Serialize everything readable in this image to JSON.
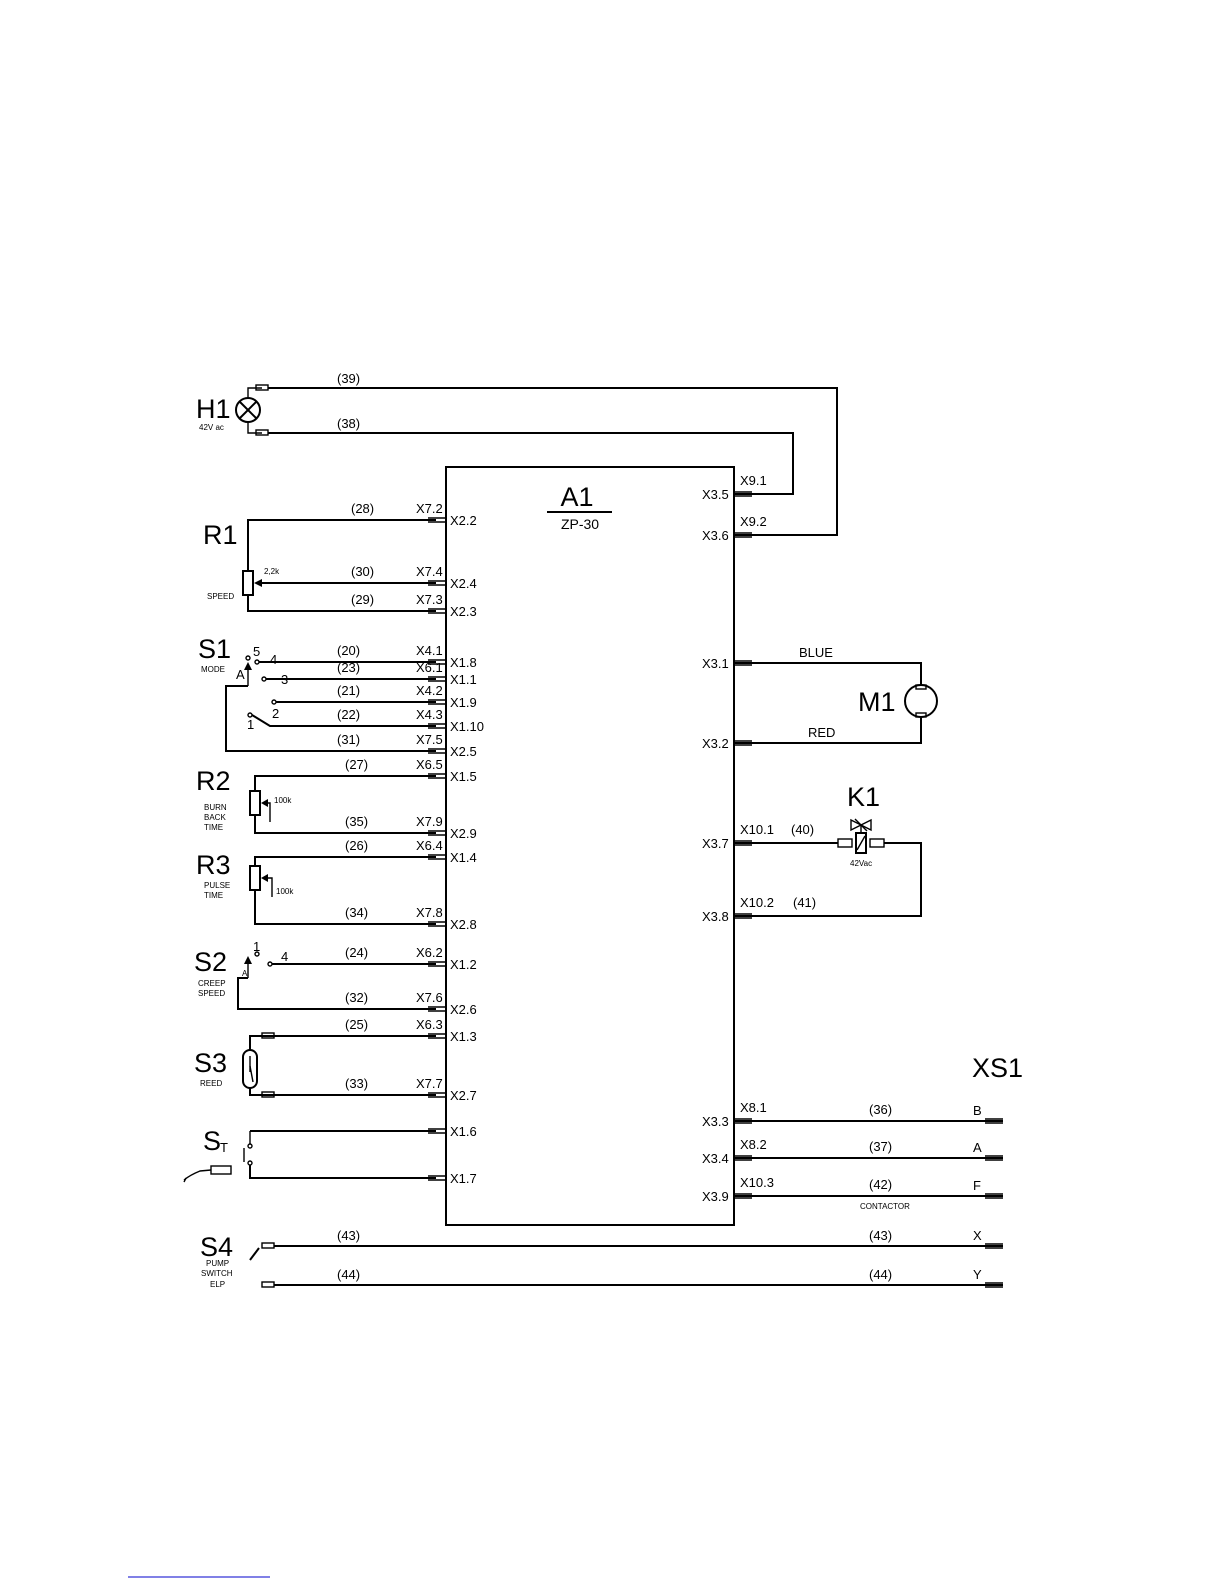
{
  "colors": {
    "ink": "#000000",
    "paper": "#ffffff",
    "footer_rule": "#0000cc"
  },
  "icons": [
    "lamp-icon",
    "potentiometer-icon",
    "rotary-switch-icon",
    "motor-icon",
    "solenoid-valve-icon",
    "reed-switch-icon",
    "welding-torch-icon",
    "terminal-plug-icon"
  ],
  "board": {
    "name": "A1",
    "model": "ZP-30"
  },
  "components": {
    "H1": {
      "name": "H1",
      "desc": "42V ac"
    },
    "R1": {
      "name": "R1",
      "desc": "SPEED",
      "value": "2,2k"
    },
    "S1": {
      "name": "S1",
      "desc": "MODE",
      "positions": [
        "5",
        "4",
        "3",
        "2",
        "1"
      ],
      "common": "A"
    },
    "R2": {
      "name": "R2",
      "desc1": "BURN",
      "desc2": "BACK",
      "desc3": "TIME",
      "value": "100k"
    },
    "R3": {
      "name": "R3",
      "desc1": "PULSE",
      "desc2": "TIME",
      "value": "100k"
    },
    "S2": {
      "name": "S2",
      "desc1": "CREEP",
      "desc2": "SPEED",
      "common": "A",
      "pos1": "1",
      "pos4": "4"
    },
    "S3": {
      "name": "S3",
      "desc": "REED"
    },
    "ST": {
      "name": "S",
      "sub": "T"
    },
    "S4": {
      "name": "S4",
      "desc1": "PUMP",
      "desc2": "SWITCH",
      "desc3": "ELP"
    },
    "M1": {
      "name": "M1",
      "wire_top": "BLUE",
      "wire_bottom": "RED"
    },
    "K1": {
      "name": "K1",
      "desc": "42Vac"
    },
    "XS1": {
      "name": "XS1"
    }
  },
  "left_pins": [
    {
      "pin": "X2.2",
      "plug": "X7.2",
      "wire": "(28)"
    },
    {
      "pin": "X2.4",
      "plug": "X7.4",
      "wire": "(30)"
    },
    {
      "pin": "X2.3",
      "plug": "X7.3",
      "wire": "(29)"
    },
    {
      "pin": "X1.8",
      "plug": "X4.1",
      "wire": "(20)"
    },
    {
      "pin": "X1.1",
      "plug": "X6.1",
      "wire": "(23)"
    },
    {
      "pin": "X1.9",
      "plug": "X4.2",
      "wire": "(21)"
    },
    {
      "pin": "X1.10",
      "plug": "X4.3",
      "wire": "(22)"
    },
    {
      "pin": "X2.5",
      "plug": "X7.5",
      "wire": "(31)"
    },
    {
      "pin": "X1.5",
      "plug": "X6.5",
      "wire": "(27)"
    },
    {
      "pin": "X2.9",
      "plug": "X7.9",
      "wire": "(35)"
    },
    {
      "pin": "X1.4",
      "plug": "X6.4",
      "wire": "(26)"
    },
    {
      "pin": "X2.8",
      "plug": "X7.8",
      "wire": "(34)"
    },
    {
      "pin": "X1.2",
      "plug": "X6.2",
      "wire": "(24)"
    },
    {
      "pin": "X2.6",
      "plug": "X7.6",
      "wire": "(32)"
    },
    {
      "pin": "X1.3",
      "plug": "X6.3",
      "wire": "(25)"
    },
    {
      "pin": "X2.7",
      "plug": "X7.7",
      "wire": "(33)"
    },
    {
      "pin": "X1.6",
      "plug": "",
      "wire": ""
    },
    {
      "pin": "X1.7",
      "plug": "",
      "wire": ""
    }
  ],
  "right_pins": [
    {
      "pin": "X3.5",
      "plug": "X9.1",
      "wire": "(38)"
    },
    {
      "pin": "X3.6",
      "plug": "X9.2",
      "wire": "(39)"
    },
    {
      "pin": "X3.1",
      "plug": "",
      "wire": "BLUE"
    },
    {
      "pin": "X3.2",
      "plug": "",
      "wire": "RED"
    },
    {
      "pin": "X3.7",
      "plug": "X10.1",
      "wire": "(40)"
    },
    {
      "pin": "X3.8",
      "plug": "X10.2",
      "wire": "(41)"
    },
    {
      "pin": "X3.3",
      "plug": "X8.1",
      "wire": "(36)",
      "terminal": "B"
    },
    {
      "pin": "X3.4",
      "plug": "X8.2",
      "wire": "(37)",
      "terminal": "A"
    },
    {
      "pin": "X3.9",
      "plug": "X10.3",
      "wire": "(42)",
      "terminal": "F",
      "note": "CONTACTOR"
    }
  ],
  "lamp_wires": [
    "(39)",
    "(38)"
  ],
  "pump_wires": [
    {
      "wire": "(43)",
      "terminal": "X"
    },
    {
      "wire": "(44)",
      "terminal": "Y"
    }
  ]
}
